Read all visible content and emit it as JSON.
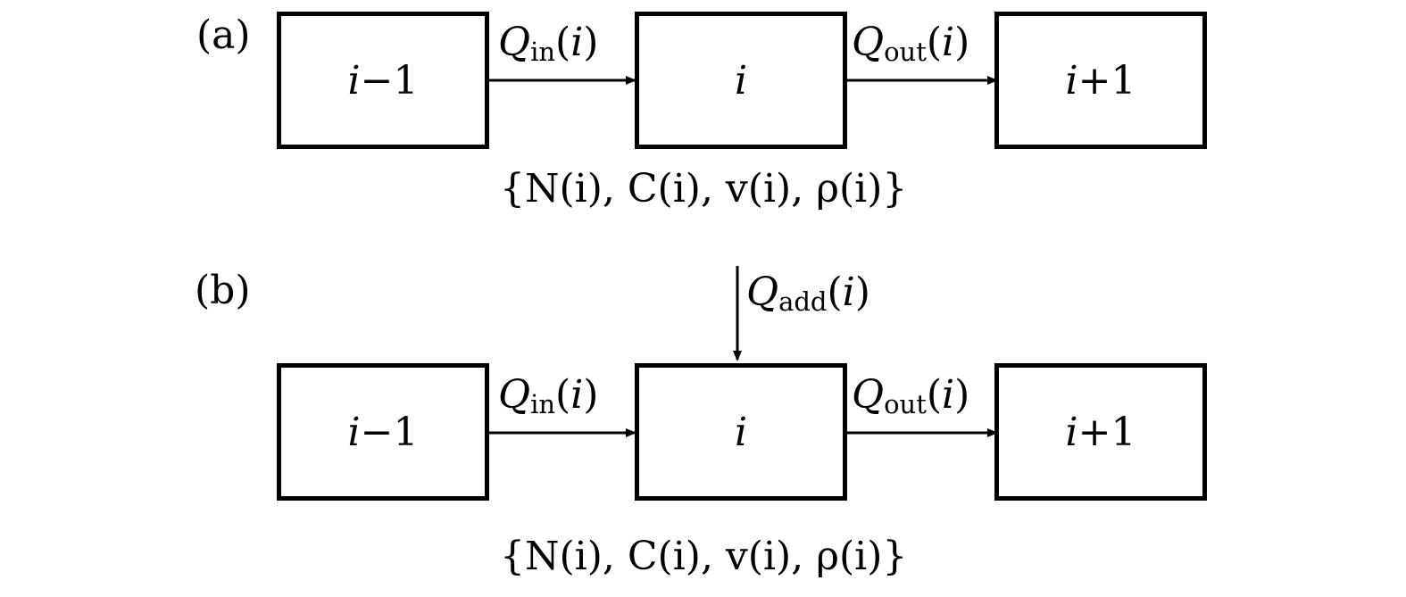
{
  "panels": [
    {
      "label": "(a)",
      "boxes": [
        {
          "left_text": "i",
          "op": "−",
          "right_text": "1"
        },
        {
          "left_text": "i",
          "op": "",
          "right_text": ""
        },
        {
          "left_text": "i",
          "op": "+",
          "right_text": "1"
        }
      ],
      "flows": {
        "in": {
          "sym": "Q",
          "sub": "in",
          "arg": "(",
          "var": "i",
          "close": ")"
        },
        "out": {
          "sym": "Q",
          "sub": "out",
          "arg": "(",
          "var": "i",
          "close": ")"
        }
      },
      "state": "{N(i), C(i), v(i), ρ(i)}"
    },
    {
      "label": "(b)",
      "boxes": [
        {
          "left_text": "i",
          "op": "−",
          "right_text": "1"
        },
        {
          "left_text": "i",
          "op": "",
          "right_text": ""
        },
        {
          "left_text": "i",
          "op": "+",
          "right_text": "1"
        }
      ],
      "flows": {
        "add": {
          "sym": "Q",
          "sub": "add",
          "arg": "(",
          "var": "i",
          "close": ")"
        },
        "in": {
          "sym": "Q",
          "sub": "in",
          "arg": "(",
          "var": "i",
          "close": ")"
        },
        "out": {
          "sym": "Q",
          "sub": "out",
          "arg": "(",
          "var": "i",
          "close": ")"
        }
      },
      "state": "{N(i), C(i), v(i), ρ(i)}"
    }
  ]
}
